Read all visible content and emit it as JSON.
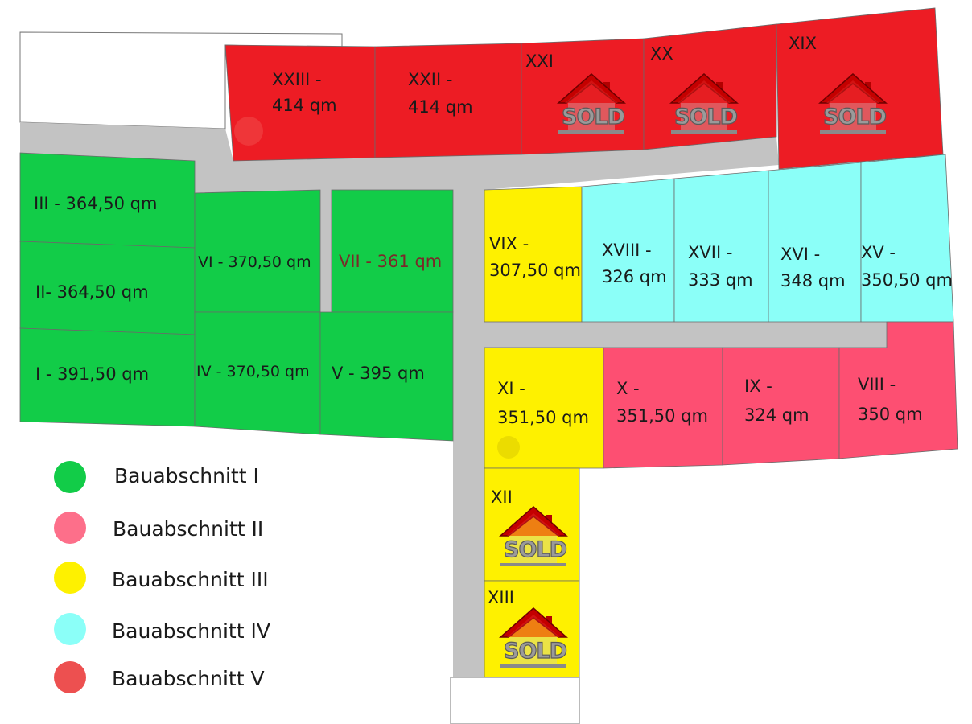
{
  "colors": {
    "phase_1": "#12cc48",
    "phase_2": "#fd4f72",
    "phase_3": "#fef100",
    "phase_4": "#8bfff8",
    "phase_5": "#ed1c24",
    "road": "#c3c3c3"
  },
  "sold_label": "SOLD",
  "lots": {
    "xxiii": [
      "XXIII -",
      "414 qm"
    ],
    "xxii": [
      "XXII -",
      "414 qm"
    ],
    "xxi": [
      "XXI"
    ],
    "xx": [
      "XX"
    ],
    "xix": [
      "XIX"
    ],
    "iii": [
      "III - 364,50 qm"
    ],
    "ii": [
      "II- 364,50 qm"
    ],
    "i": [
      "I - 391,50 qm"
    ],
    "vi": [
      "VI - 370,50 qm"
    ],
    "iv": [
      "IV - 370,50 qm"
    ],
    "vii": [
      "VII - 361 qm"
    ],
    "v": [
      "V - 395 qm"
    ],
    "vix": [
      "VIX -",
      "307,50 qm"
    ],
    "xviii": [
      "XVIII -",
      "326 qm"
    ],
    "xvii": [
      "XVII -",
      "333 qm"
    ],
    "xvi": [
      "XVI -",
      "348 qm"
    ],
    "xv": [
      "XV -",
      "350,50 qm"
    ],
    "xi": [
      "XI -",
      "351,50 qm"
    ],
    "x": [
      "X -",
      "351,50 qm"
    ],
    "ix": [
      "IX -",
      "324 qm"
    ],
    "viii": [
      "VIII -",
      "350 qm"
    ],
    "xii": [
      "XII"
    ],
    "xiii": [
      "XIII"
    ]
  },
  "legend": [
    {
      "label": "Bauabschnitt I",
      "color": "#12cc48"
    },
    {
      "label": "Bauabschnitt II",
      "color": "#fd4f72"
    },
    {
      "label": "Bauabschnitt III",
      "color": "#fef100"
    },
    {
      "label": "Bauabschnitt IV",
      "color": "#8bfff8"
    },
    {
      "label": "Bauabschnitt V",
      "color": "#ed5050"
    }
  ]
}
